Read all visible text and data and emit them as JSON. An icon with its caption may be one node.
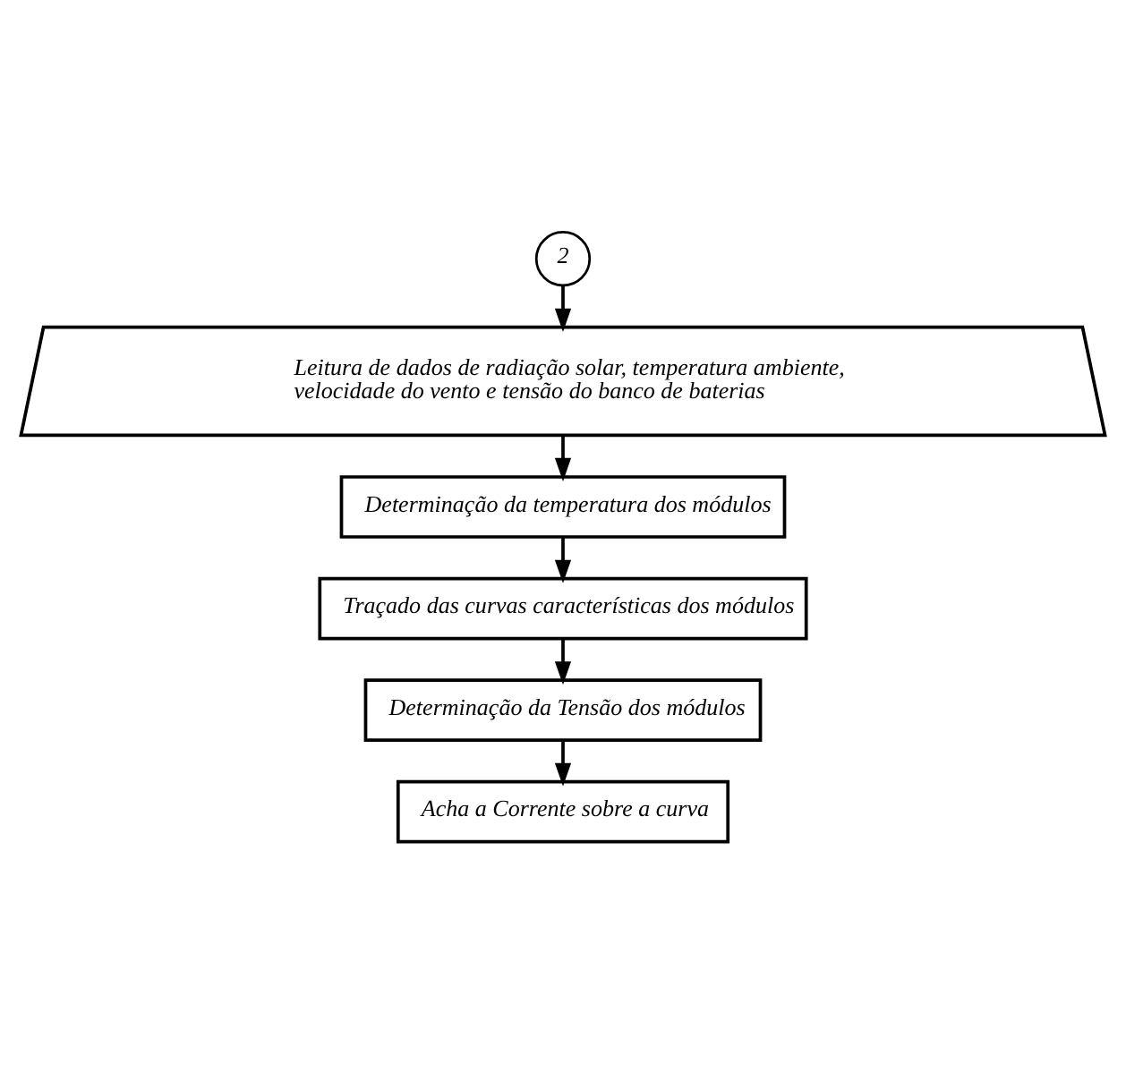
{
  "diagram": {
    "nodes": [
      {
        "text": [
          "2"
        ]
      },
      {
        "text": [
          "Leitura de dados de radiação solar, temperatura ambiente, velocidade do vento e tensão do banco de baterias"
        ]
      },
      {
        "text": [
          "Determinação da temperatura dos módulos"
        ]
      },
      {
        "text": [
          "Traçado das curvas características dos módulos"
        ]
      },
      {
        "text": [
          "Determinação da Tensão dos módulos"
        ]
      },
      {
        "text": [
          "Acha a Corrente sobre a curva"
        ]
      }
    ],
    "edges": [
      {
        "from": 0,
        "to": 1,
        "arrow": "to"
      },
      {
        "from": 1,
        "to": 2,
        "arrow": "to"
      },
      {
        "from": 2,
        "to": 3,
        "arrow": "to"
      },
      {
        "from": 3,
        "to": 4,
        "arrow": "to"
      },
      {
        "from": 4,
        "to": 5,
        "arrow": "to"
      }
    ]
  }
}
